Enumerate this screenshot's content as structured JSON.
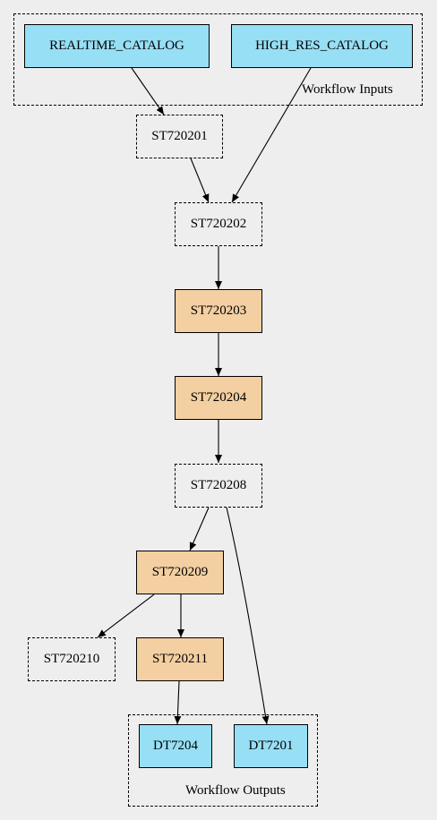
{
  "groups": {
    "inputs_label": "Workflow Inputs",
    "outputs_label": "Workflow Outputs"
  },
  "nodes": {
    "realtime_catalog": "REALTIME_CATALOG",
    "high_res_catalog": "HIGH_RES_CATALOG",
    "st720201": "ST720201",
    "st720202": "ST720202",
    "st720203": "ST720203",
    "st720204": "ST720204",
    "st720208": "ST720208",
    "st720209": "ST720209",
    "st720210": "ST720210",
    "st720211": "ST720211",
    "dt7204": "DT7204",
    "dt7201": "DT7201"
  },
  "colors": {
    "background": "#eeeeee",
    "io_node": "#97dff5",
    "step_node": "#f3cfa1"
  },
  "edges": [
    [
      "realtime_catalog",
      "st720201"
    ],
    [
      "high_res_catalog",
      "st720202"
    ],
    [
      "st720201",
      "st720202"
    ],
    [
      "st720202",
      "st720203"
    ],
    [
      "st720203",
      "st720204"
    ],
    [
      "st720204",
      "st720208"
    ],
    [
      "st720208",
      "st720209"
    ],
    [
      "st720208",
      "dt7201"
    ],
    [
      "st720209",
      "st720210"
    ],
    [
      "st720209",
      "st720211"
    ],
    [
      "st720211",
      "dt7204"
    ]
  ]
}
